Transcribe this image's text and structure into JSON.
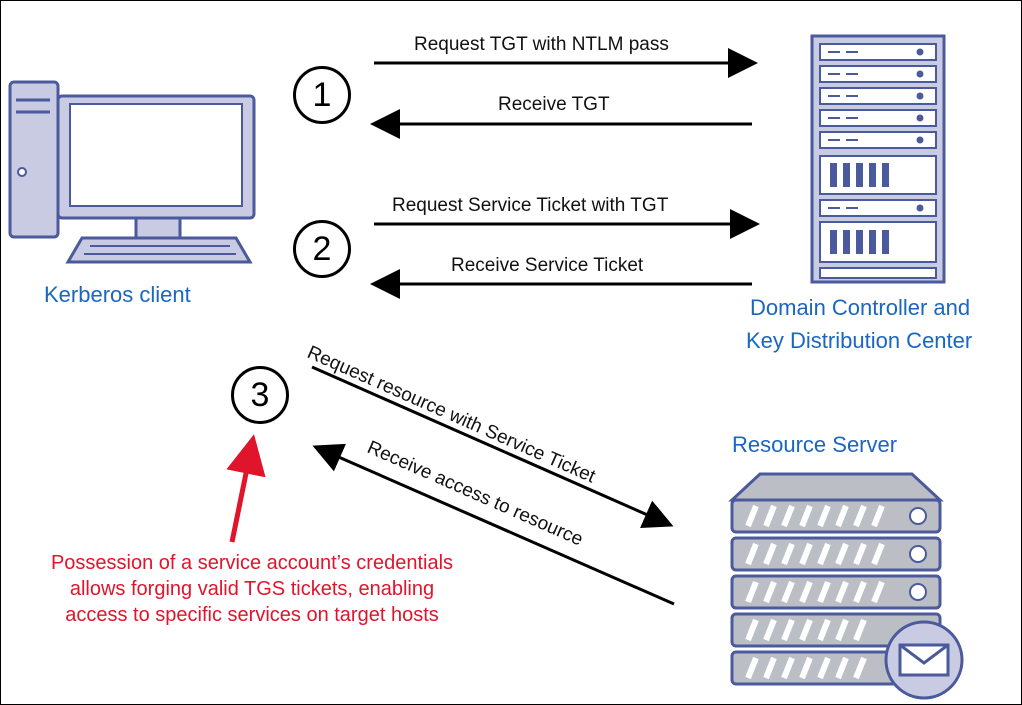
{
  "entities": {
    "client": "Kerberos client",
    "dc_line1": "Domain Controller and",
    "dc_line2": "Key Distribution Center",
    "resource_server": "Resource Server"
  },
  "steps": [
    {
      "number": "1",
      "request": "Request TGT with NTLM pass",
      "response": "Receive TGT"
    },
    {
      "number": "2",
      "request": "Request Service Ticket with TGT",
      "response": "Receive Service Ticket"
    },
    {
      "number": "3",
      "request": "Request resource with Service Ticket",
      "response": "Receive access to resource"
    }
  ],
  "callout": {
    "line1": "Possession of a service account’s credentials",
    "line2": "allows forging valid TGS tickets, enabling",
    "line3": "access to specific services on target hosts"
  },
  "colors": {
    "entity_label": "#1a66c2",
    "callout": "#e0142a",
    "device_outline": "#4b5a9c",
    "device_fill": "#c8cbe2",
    "server_fill": "#bcbec6"
  }
}
